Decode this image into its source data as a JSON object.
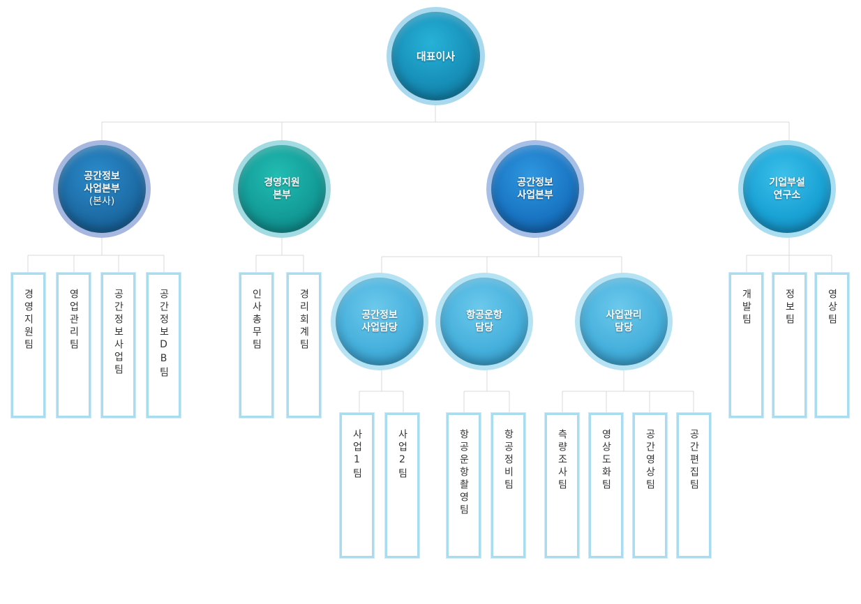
{
  "ceo": "대표이사",
  "divisions": [
    {
      "line1": "공간정보",
      "line2": "사업본부",
      "line3": "(본사)"
    },
    {
      "line1": "경영지원",
      "line2": "본부"
    },
    {
      "line1": "공간정보",
      "line2": "사업본부"
    },
    {
      "line1": "기업부설",
      "line2": "연구소"
    }
  ],
  "sub_divisions": [
    {
      "line1": "공간정보",
      "line2": "사업담당"
    },
    {
      "line1": "항공운항",
      "line2": "담당"
    },
    {
      "line1": "사업관리",
      "line2": "담당"
    }
  ],
  "teams": {
    "hq": [
      "경영지원팀",
      "영업관리팀",
      "공간정보사업팀",
      "공간정보DB팀"
    ],
    "management": [
      "인사총무팀",
      "경리회계팀"
    ],
    "spatial_biz": [
      "사업1팀",
      "사업2팀"
    ],
    "aviation": [
      "항공운항촬영팀",
      "항공정비팀"
    ],
    "biz_mgmt": [
      "측량조사팀",
      "영상도화팀",
      "공간영상팀",
      "공간편집팀"
    ],
    "research": [
      "개발팀",
      "정보팀",
      "영상팀"
    ]
  },
  "colors": {
    "line": "#d9d9d9",
    "team_border": "#a8dcef",
    "ceo_fill": "#1c8fb5",
    "hq_fill": "#1e6fa8",
    "mgmt_fill": "#14a09a",
    "spatial_fill": "#1a7ec8",
    "research_fill": "#1aa6d8",
    "sub_fill": "#49b3de"
  }
}
